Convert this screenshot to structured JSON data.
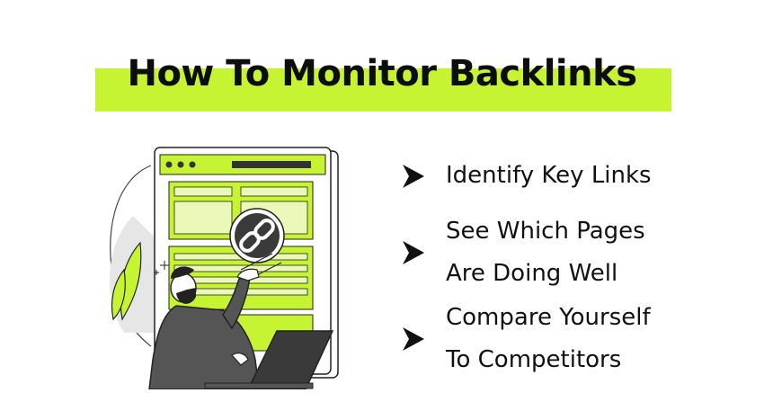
{
  "title": "How To Monitor Backlinks",
  "colors": {
    "accent": "#c6f432",
    "text": "#111111"
  },
  "bullets": [
    {
      "text": "Identify Key Links",
      "icon": "arrow-right-icon"
    },
    {
      "text": "See Which Pages\nAre Doing Well",
      "icon": "arrow-right-icon"
    },
    {
      "text": "Compare Yourself\nTo Competitors",
      "icon": "arrow-right-icon"
    }
  ],
  "illustration": {
    "icon": "chain-link-icon",
    "subject": "man-with-laptop-illustration"
  }
}
